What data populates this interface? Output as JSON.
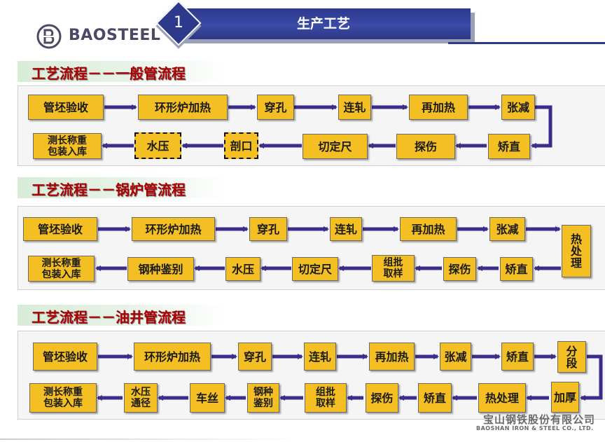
{
  "header": {
    "slide_number": "1",
    "title": "生产工艺"
  },
  "logo": {
    "text": "BAOSTEEL"
  },
  "footer": {
    "company_cn": "宝山钢铁股份有限公司",
    "company_en": "BAOSHAN IRON & STEEL CO., LTD."
  },
  "colors": {
    "node_fill": "#f3bf22",
    "arrow": "#3a2d8c",
    "title_red": "#aa0000",
    "header_blue": "#2d3a8c"
  },
  "sections": [
    {
      "title": "工艺流程－－一般管流程",
      "nodes": [
        "管坯验收",
        "环形炉加热",
        "穿孔",
        "连轧",
        "再加热",
        "张减",
        "矫直",
        "探伤",
        "切定尺",
        "剖口",
        "水压",
        "测长称重\n包装入库"
      ]
    },
    {
      "title": "工艺流程－－锅炉管流程",
      "nodes": [
        "管坯验收",
        "环形炉加热",
        "穿孔",
        "连轧",
        "再加热",
        "张减",
        "热\n处\n理",
        "矫直",
        "探伤",
        "组批\n取样",
        "切定尺",
        "水压",
        "钢种鉴别",
        "测长称重\n包装入库"
      ]
    },
    {
      "title": "工艺流程－－油井管流程",
      "nodes": [
        "管坯验收",
        "环形炉加热",
        "穿孔",
        "连轧",
        "再加热",
        "张减",
        "矫直",
        "分\n段",
        "加厚",
        "热处理",
        "矫直",
        "探伤",
        "组批\n取样",
        "钢种\n鉴别",
        "车丝",
        "水压\n通径",
        "测长称重\n包装入库"
      ]
    }
  ]
}
